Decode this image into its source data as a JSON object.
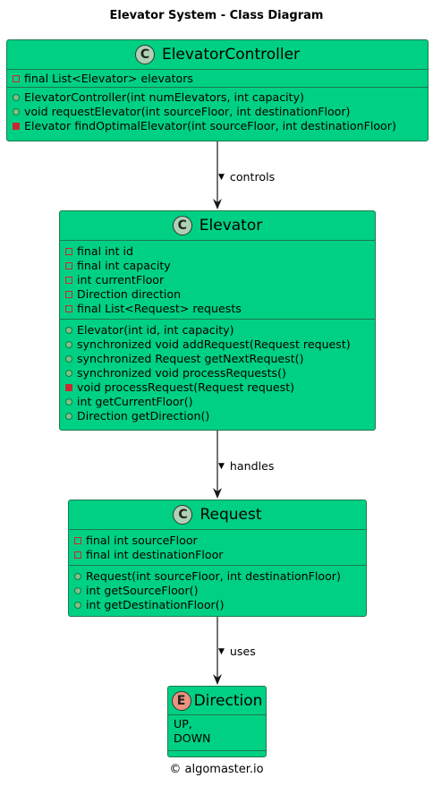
{
  "title": "Elevator System - Class Diagram",
  "footer": "© algomaster.io",
  "colors": {
    "class_fill": "#00d084",
    "border": "#1c7a4c",
    "class_badge": "#add1b2",
    "enum_badge": "#eb937f",
    "private": "#c82930",
    "public": "#038048"
  },
  "classes": {
    "controller": {
      "badge": "C",
      "name": "ElevatorController",
      "fields": [
        {
          "vis": "private",
          "text": "final List<Elevator> elevators"
        }
      ],
      "methods": [
        {
          "vis": "public",
          "text": "ElevatorController(int numElevators, int capacity)"
        },
        {
          "vis": "public",
          "text": "void requestElevator(int sourceFloor, int destinationFloor)"
        },
        {
          "vis": "private",
          "text": "Elevator findOptimalElevator(int sourceFloor, int destinationFloor)"
        }
      ]
    },
    "elevator": {
      "badge": "C",
      "name": "Elevator",
      "fields": [
        {
          "vis": "private",
          "text": "final int id"
        },
        {
          "vis": "private",
          "text": "final int capacity"
        },
        {
          "vis": "private",
          "text": "int currentFloor"
        },
        {
          "vis": "private",
          "text": "Direction direction"
        },
        {
          "vis": "private",
          "text": "final List<Request> requests"
        }
      ],
      "methods": [
        {
          "vis": "public",
          "text": "Elevator(int id, int capacity)"
        },
        {
          "vis": "public",
          "text": "synchronized void addRequest(Request request)"
        },
        {
          "vis": "public",
          "text": "synchronized Request getNextRequest()"
        },
        {
          "vis": "public",
          "text": "synchronized void processRequests()"
        },
        {
          "vis": "private",
          "text": "void processRequest(Request request)"
        },
        {
          "vis": "public",
          "text": "int getCurrentFloor()"
        },
        {
          "vis": "public",
          "text": "Direction getDirection()"
        }
      ]
    },
    "request": {
      "badge": "C",
      "name": "Request",
      "fields": [
        {
          "vis": "private",
          "text": "final int sourceFloor"
        },
        {
          "vis": "private",
          "text": "final int destinationFloor"
        }
      ],
      "methods": [
        {
          "vis": "public",
          "text": "Request(int sourceFloor, int destinationFloor)"
        },
        {
          "vis": "public",
          "text": "int getSourceFloor()"
        },
        {
          "vis": "public",
          "text": "int getDestinationFloor()"
        }
      ]
    }
  },
  "enum": {
    "badge": "E",
    "name": "Direction",
    "values": [
      "UP,",
      "DOWN"
    ]
  },
  "relations": [
    {
      "label": "controls"
    },
    {
      "label": "handles"
    },
    {
      "label": "uses"
    }
  ]
}
